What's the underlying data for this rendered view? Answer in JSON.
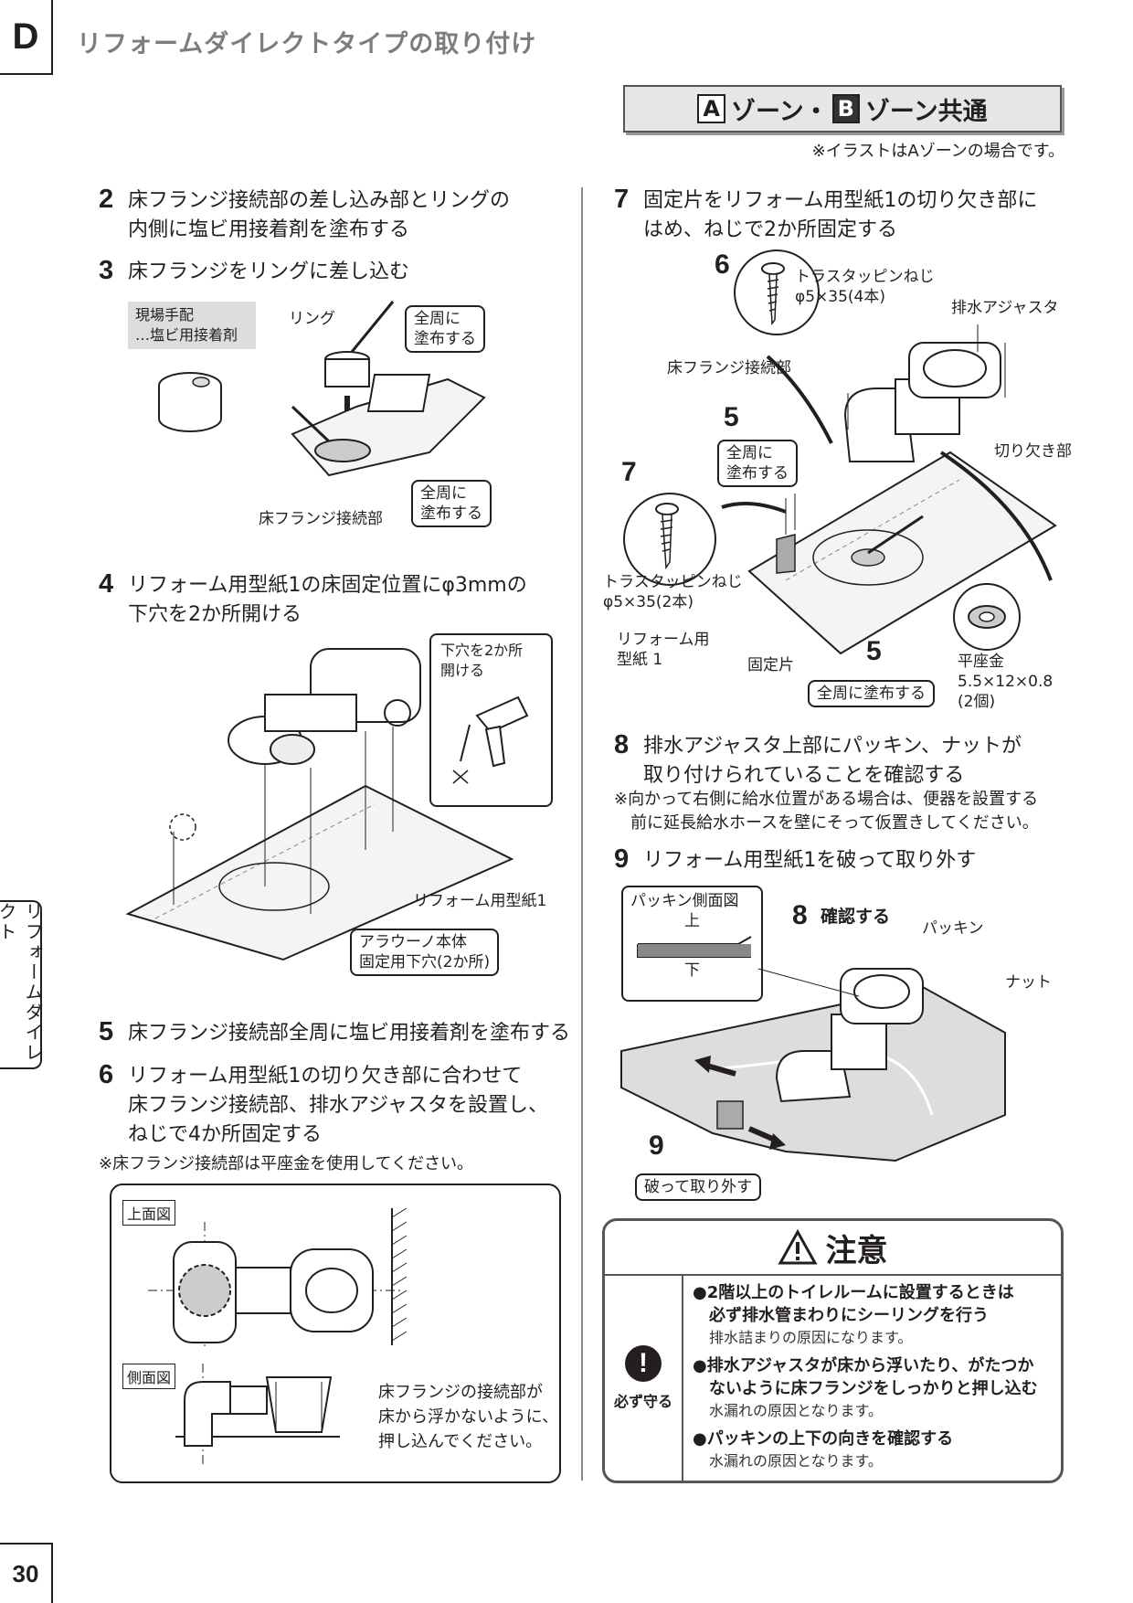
{
  "header": {
    "section_letter": "D",
    "section_title": "リフォームダイレクトタイプの取り付け",
    "zone_a": "A",
    "zone_b": "B",
    "zone_text_1": "ゾーン・",
    "zone_text_2": "ゾーン共通",
    "zone_note": "※イラストはAゾーンの場合です。"
  },
  "left": {
    "step2": {
      "num": "2",
      "line1": "床フランジ接続部の差し込み部とリングの",
      "line2": "内側に塩ビ用接着剤を塗布する"
    },
    "step3": {
      "num": "3",
      "text": "床フランジをリングに差し込む"
    },
    "fig3": {
      "supply_line1": "現場手配",
      "supply_line2": "…塩ビ用接着剤",
      "ring": "リング",
      "apply1_l1": "全周に",
      "apply1_l2": "塗布する",
      "apply2_l1": "全周に",
      "apply2_l2": "塗布する",
      "flange": "床フランジ接続部"
    },
    "step4": {
      "num": "4",
      "line1": "リフォーム用型紙1の床固定位置にφ3mmの",
      "line2": "下穴を2か所開ける"
    },
    "fig4": {
      "drill_l1": "下穴を2か所",
      "drill_l2": "開ける",
      "template": "リフォーム用型紙1",
      "holes_l1": "アラウーノ本体",
      "holes_l2": "固定用下穴(2か所)"
    },
    "step5": {
      "num": "5",
      "text": "床フランジ接続部全周に塩ビ用接着剤を塗布する"
    },
    "step6": {
      "num": "6",
      "line1": "リフォーム用型紙1の切り欠き部に合わせて",
      "line2": "床フランジ接続部、排水アジャスタを設置し、",
      "line3": "ねじで4か所固定する"
    },
    "note6": "※床フランジ接続部は平座金を使用してください。",
    "box": {
      "top_view": "上面図",
      "side_view": "側面図",
      "msg_l1": "床フランジの接続部が",
      "msg_l2": "床から浮かないように、",
      "msg_l3": "押し込んでください。"
    }
  },
  "right": {
    "step7": {
      "num": "7",
      "line1": "固定片をリフォーム用型紙1の切り欠き部に",
      "line2": "はめ、ねじで2か所固定する"
    },
    "fig7": {
      "n6": "6",
      "screw1_l1": "トラスタッピンねじ",
      "screw1_l2": "φ5×35(4本)",
      "adjuster": "排水アジャスタ",
      "flange": "床フランジ接続部",
      "n5a": "5",
      "apply_l1": "全周に",
      "apply_l2": "塗布する",
      "notch": "切り欠き部",
      "n7": "7",
      "screw2_l1": "トラスタッピンねじ",
      "screw2_l2": "φ5×35(2本)",
      "template_l1": "リフォーム用",
      "template_l2": "型紙 1",
      "fixing": "固定片",
      "n5b": "5",
      "apply_all": "全周に塗布する",
      "washer_l1": "平座金",
      "washer_l2": "5.5×12×0.8",
      "washer_l3": "(2個)"
    },
    "step8": {
      "num": "8",
      "line1": "排水アジャスタ上部にパッキン、ナットが",
      "line2": "取り付けられていることを確認する"
    },
    "note8_l1": "※向かって右側に給水位置がある場合は、便器を設置する",
    "note8_l2": "前に延長給水ホースを壁にそって仮置きしてください。",
    "step9": {
      "num": "9",
      "text": "リフォーム用型紙1を破って取り外す"
    },
    "fig9": {
      "packing_side": "パッキン側面図",
      "up": "上",
      "down": "下",
      "n8": "8",
      "confirm": "確認する",
      "packing": "パッキン",
      "nut": "ナット",
      "n9": "9",
      "tear": "破って取り外す"
    },
    "caution": {
      "title": "注意",
      "must": "必ず守る",
      "items": [
        {
          "title_l1": "●2階以上のトイレルームに設置するときは",
          "title_l2": "必ず排水管まわりにシーリングを行う",
          "sub": "排水詰まりの原因になります。"
        },
        {
          "title_l1": "●排水アジャスタが床から浮いたり、がたつか",
          "title_l2": "ないように床フランジをしっかりと押し込む",
          "sub": "水漏れの原因となります。"
        },
        {
          "title_l1": "●パッキンの上下の向きを確認する",
          "title_l2": "",
          "sub": "水漏れの原因となります。"
        }
      ]
    }
  },
  "side_tab": "リフォームダイレクト",
  "page_number": "30"
}
